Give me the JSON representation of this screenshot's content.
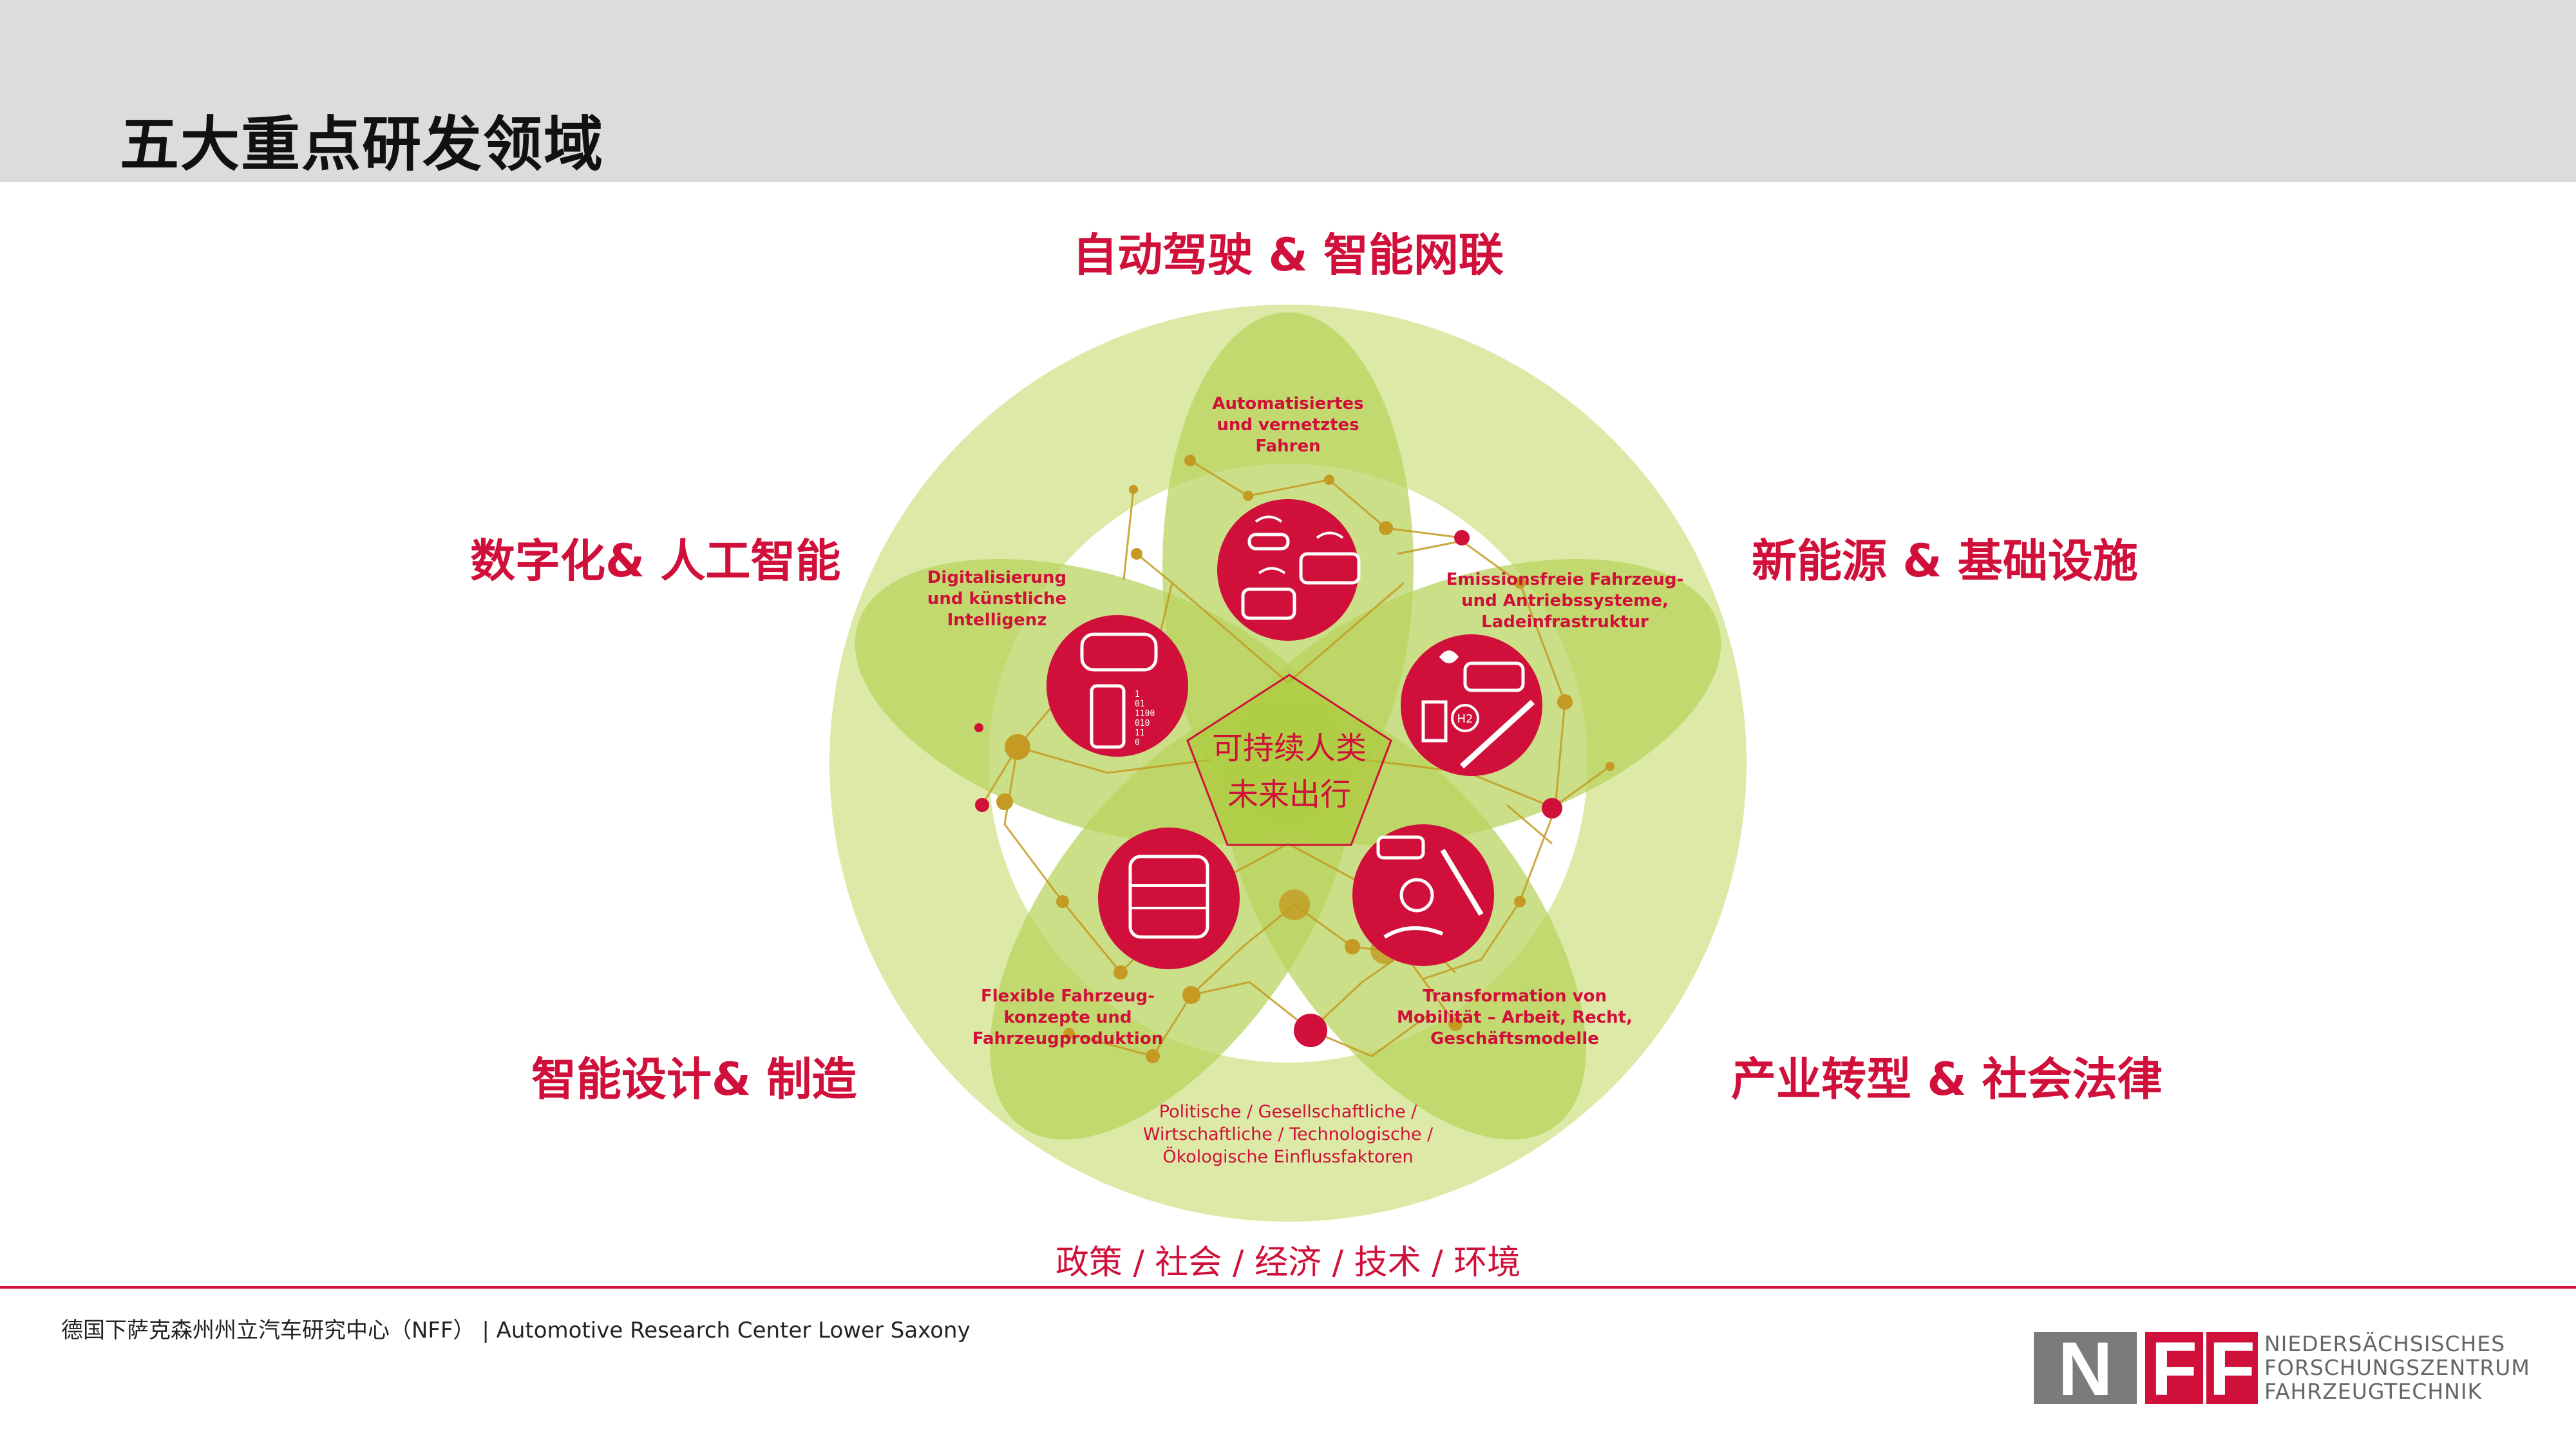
{
  "slide": {
    "title": "五大重点研发领域",
    "areas": {
      "top": "自动驾驶 & 智能网联",
      "upper_left": "数字化& 人工智能",
      "upper_right": "新能源 & 基础设施",
      "lower_left": "智能设计& 制造",
      "lower_right": "产业转型 & 社会法律"
    },
    "bottom_factors": "政策 / 社会 / 经济 / 技术 / 环境",
    "footer": "德国下萨克森州州立汽车研究中心（NFF） | Automotive Research Center Lower Saxony"
  },
  "diagram": {
    "center": [
      "可持续人类",
      "未来出行"
    ],
    "petals": {
      "top": [
        "Automatisiertes",
        "und vernetztes",
        "Fahren"
      ],
      "upper_left": [
        "Digitalisierung",
        "und künstliche",
        "Intelligenz"
      ],
      "upper_right": [
        "Emissionsfreie Fahrzeug-",
        "und Antriebssysteme,",
        "Ladeinfrastruktur"
      ],
      "lower_left": [
        "Flexible Fahrzeug-",
        "konzepte und",
        "Fahrzeugproduktion"
      ],
      "lower_right": [
        "Transformation von",
        "Mobilität – Arbeit, Recht,",
        "Geschäftsmodelle"
      ]
    },
    "factors": [
      "Politische / Gesellschaftliche /",
      "Wirtschaftliche / Technologische /",
      "Ökologische Einflussfaktoren"
    ],
    "binary_digits": [
      "1",
      "01",
      "1100",
      "010",
      "11",
      "0"
    ],
    "h2_label": "H2"
  },
  "logo": {
    "letters": [
      "N",
      "F",
      "F"
    ],
    "tagline": [
      "NIEDERSÄCHSISCHES",
      "FORSCHUNGSZENTRUM",
      "FAHRZEUGTECHNIK"
    ]
  },
  "colors": {
    "accent_red": "#d0103a",
    "outer_green": "#dde9a6",
    "petal_green": "#b7d25a",
    "node_gold": "#c49a22",
    "logo_grey": "#7b7b7b"
  }
}
